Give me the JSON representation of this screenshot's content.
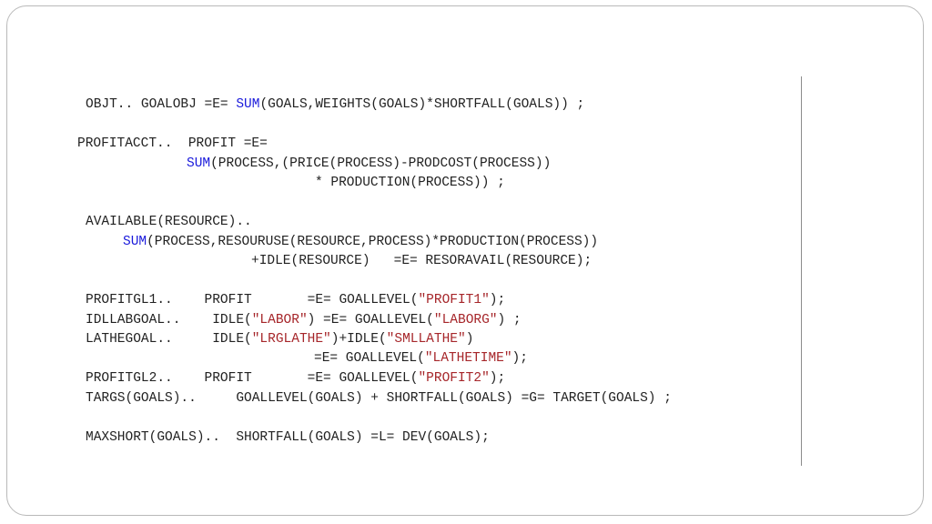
{
  "lines": [
    [
      {
        "t": "OBJT.. GOALOBJ =E= "
      },
      {
        "t": "SUM",
        "c": "kw"
      },
      {
        "t": "(GOALS,WEIGHTS(GOALS)*SHORTFALL(GOALS)) ;"
      }
    ],
    [
      {
        "t": "PROFITACCT..  PROFIT =E="
      }
    ],
    [
      {
        "t": "SUM",
        "c": "kw"
      },
      {
        "t": "(PROCESS,(PRICE(PROCESS)-PRODCOST(PROCESS))"
      }
    ],
    [
      {
        "t": "* PRODUCTION(PROCESS)) ;"
      }
    ],
    [
      {
        "t": "AVAILABLE(RESOURCE).."
      }
    ],
    [
      {
        "t": "SUM",
        "c": "kw"
      },
      {
        "t": "(PROCESS,RESOURUSE(RESOURCE,PROCESS)*PRODUCTION(PROCESS))"
      }
    ],
    [
      {
        "t": "+IDLE(RESOURCE)   =E= RESORAVAIL(RESOURCE);"
      }
    ],
    [
      {
        "t": "PROFITGL1..    PROFIT       =E= GOALLEVEL("
      },
      {
        "t": "\"PROFIT1\"",
        "c": "str"
      },
      {
        "t": ");"
      }
    ],
    [
      {
        "t": "IDLLABGOAL..    IDLE("
      },
      {
        "t": "\"LABOR\"",
        "c": "str"
      },
      {
        "t": ") =E= GOALLEVEL("
      },
      {
        "t": "\"LABORG\"",
        "c": "str"
      },
      {
        "t": ") ;"
      }
    ],
    [
      {
        "t": "LATHEGOAL..     IDLE("
      },
      {
        "t": "\"LRGLATHE\"",
        "c": "str"
      },
      {
        "t": ")+IDLE("
      },
      {
        "t": "\"SMLLATHE\"",
        "c": "str"
      },
      {
        "t": ")"
      }
    ],
    [
      {
        "t": "=E= GOALLEVEL("
      },
      {
        "t": "\"LATHETIME\"",
        "c": "str"
      },
      {
        "t": ");"
      }
    ],
    [
      {
        "t": "PROFITGL2..    PROFIT       =E= GOALLEVEL("
      },
      {
        "t": "\"PROFIT2\"",
        "c": "str"
      },
      {
        "t": ");"
      }
    ],
    [
      {
        "t": "TARGS(GOALS)..     GOALLEVEL(GOALS) + SHORTFALL(GOALS) =G= TARGET(GOALS) ;"
      }
    ],
    [
      {
        "t": "MAXSHORT(GOALS)..  SHORTFALL(GOALS) =L= DEV(GOALS);"
      }
    ]
  ]
}
